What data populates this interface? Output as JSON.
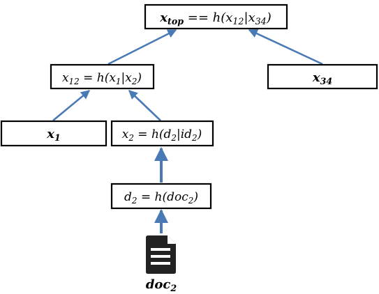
{
  "colors": {
    "arrow": "#4a7ab5",
    "box_border": "#000000",
    "box_fill": "#ffffff",
    "icon": "#222222"
  },
  "nodes": {
    "x_top": {
      "main": "x",
      "sub": "top",
      "rest": " == h(x",
      "sub2": "12",
      "rest2": "|x",
      "sub3": "34",
      "rest3": ")"
    },
    "x12": {
      "main": "x",
      "sub": "12",
      "rest": " = h(x",
      "sub2": "1",
      "rest2": "|x",
      "sub3": "2",
      "rest3": ")"
    },
    "x34": {
      "main": "x",
      "sub": "34"
    },
    "x1": {
      "main": "x",
      "sub": "1"
    },
    "x2": {
      "main": "x",
      "sub": "2",
      "rest": " = h(d",
      "sub2": "2",
      "rest2": "|id",
      "sub3": "2",
      "rest3": ")"
    },
    "d2": {
      "main": "d",
      "sub": "2",
      "rest": " = h(doc",
      "sub2": "2",
      "rest2": ")"
    }
  },
  "document": {
    "icon": "document-icon",
    "main": "doc",
    "sub": "2"
  }
}
